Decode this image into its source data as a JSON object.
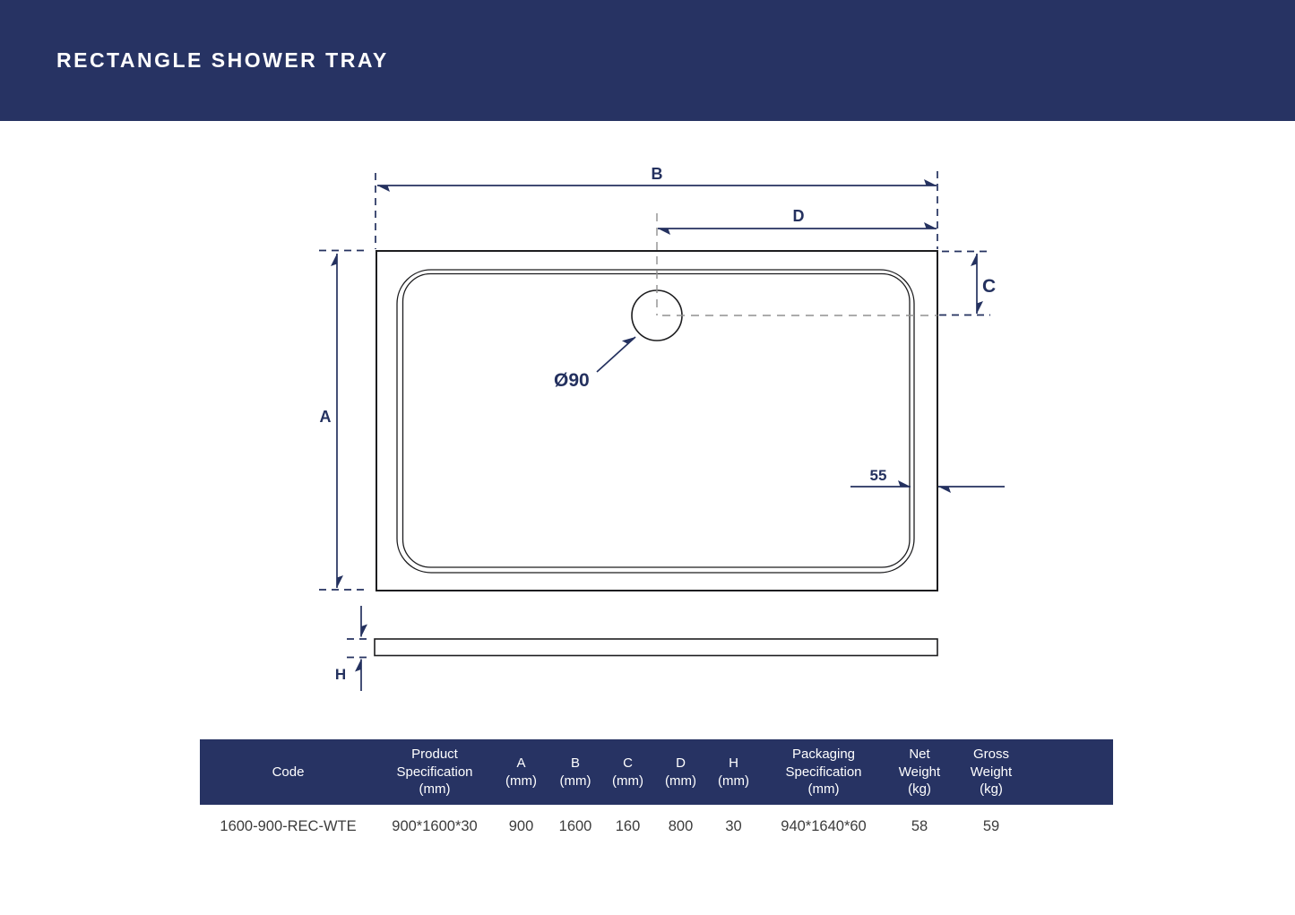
{
  "header": {
    "title": "RECTANGLE SHOWER TRAY"
  },
  "colors": {
    "navy_band": "#273363",
    "dimension_navy": "#24315f",
    "drawing_line": "#1d1d1f",
    "centerline_gray": "#909090",
    "row_text": "#3c3c3c"
  },
  "diagram": {
    "labels": {
      "width_b": "B",
      "drain_offset_d": "D",
      "length_a": "A",
      "drain_edge_c": "C",
      "drain_diameter": "Ø90",
      "rim_width": "55",
      "height_h": "H"
    }
  },
  "table": {
    "columns": [
      {
        "key": "code",
        "label": "Code"
      },
      {
        "key": "product_spec",
        "label": "Product\nSpecification\n(mm)"
      },
      {
        "key": "a",
        "label": "A\n(mm)"
      },
      {
        "key": "b",
        "label": "B\n(mm)"
      },
      {
        "key": "c",
        "label": "C\n(mm)"
      },
      {
        "key": "d",
        "label": "D\n(mm)"
      },
      {
        "key": "h",
        "label": "H\n(mm)"
      },
      {
        "key": "packaging_spec",
        "label": "Packaging\nSpecification\n(mm)"
      },
      {
        "key": "net_weight",
        "label": "Net\nWeight\n(kg)"
      },
      {
        "key": "gross_weight",
        "label": "Gross\nWeight\n(kg)"
      }
    ],
    "rows": [
      {
        "code": "1600-900-REC-WTE",
        "product_spec": "900*1600*30",
        "a": "900",
        "b": "1600",
        "c": "160",
        "d": "800",
        "h": "30",
        "packaging_spec": "940*1640*60",
        "net_weight": "58",
        "gross_weight": "59"
      }
    ]
  }
}
